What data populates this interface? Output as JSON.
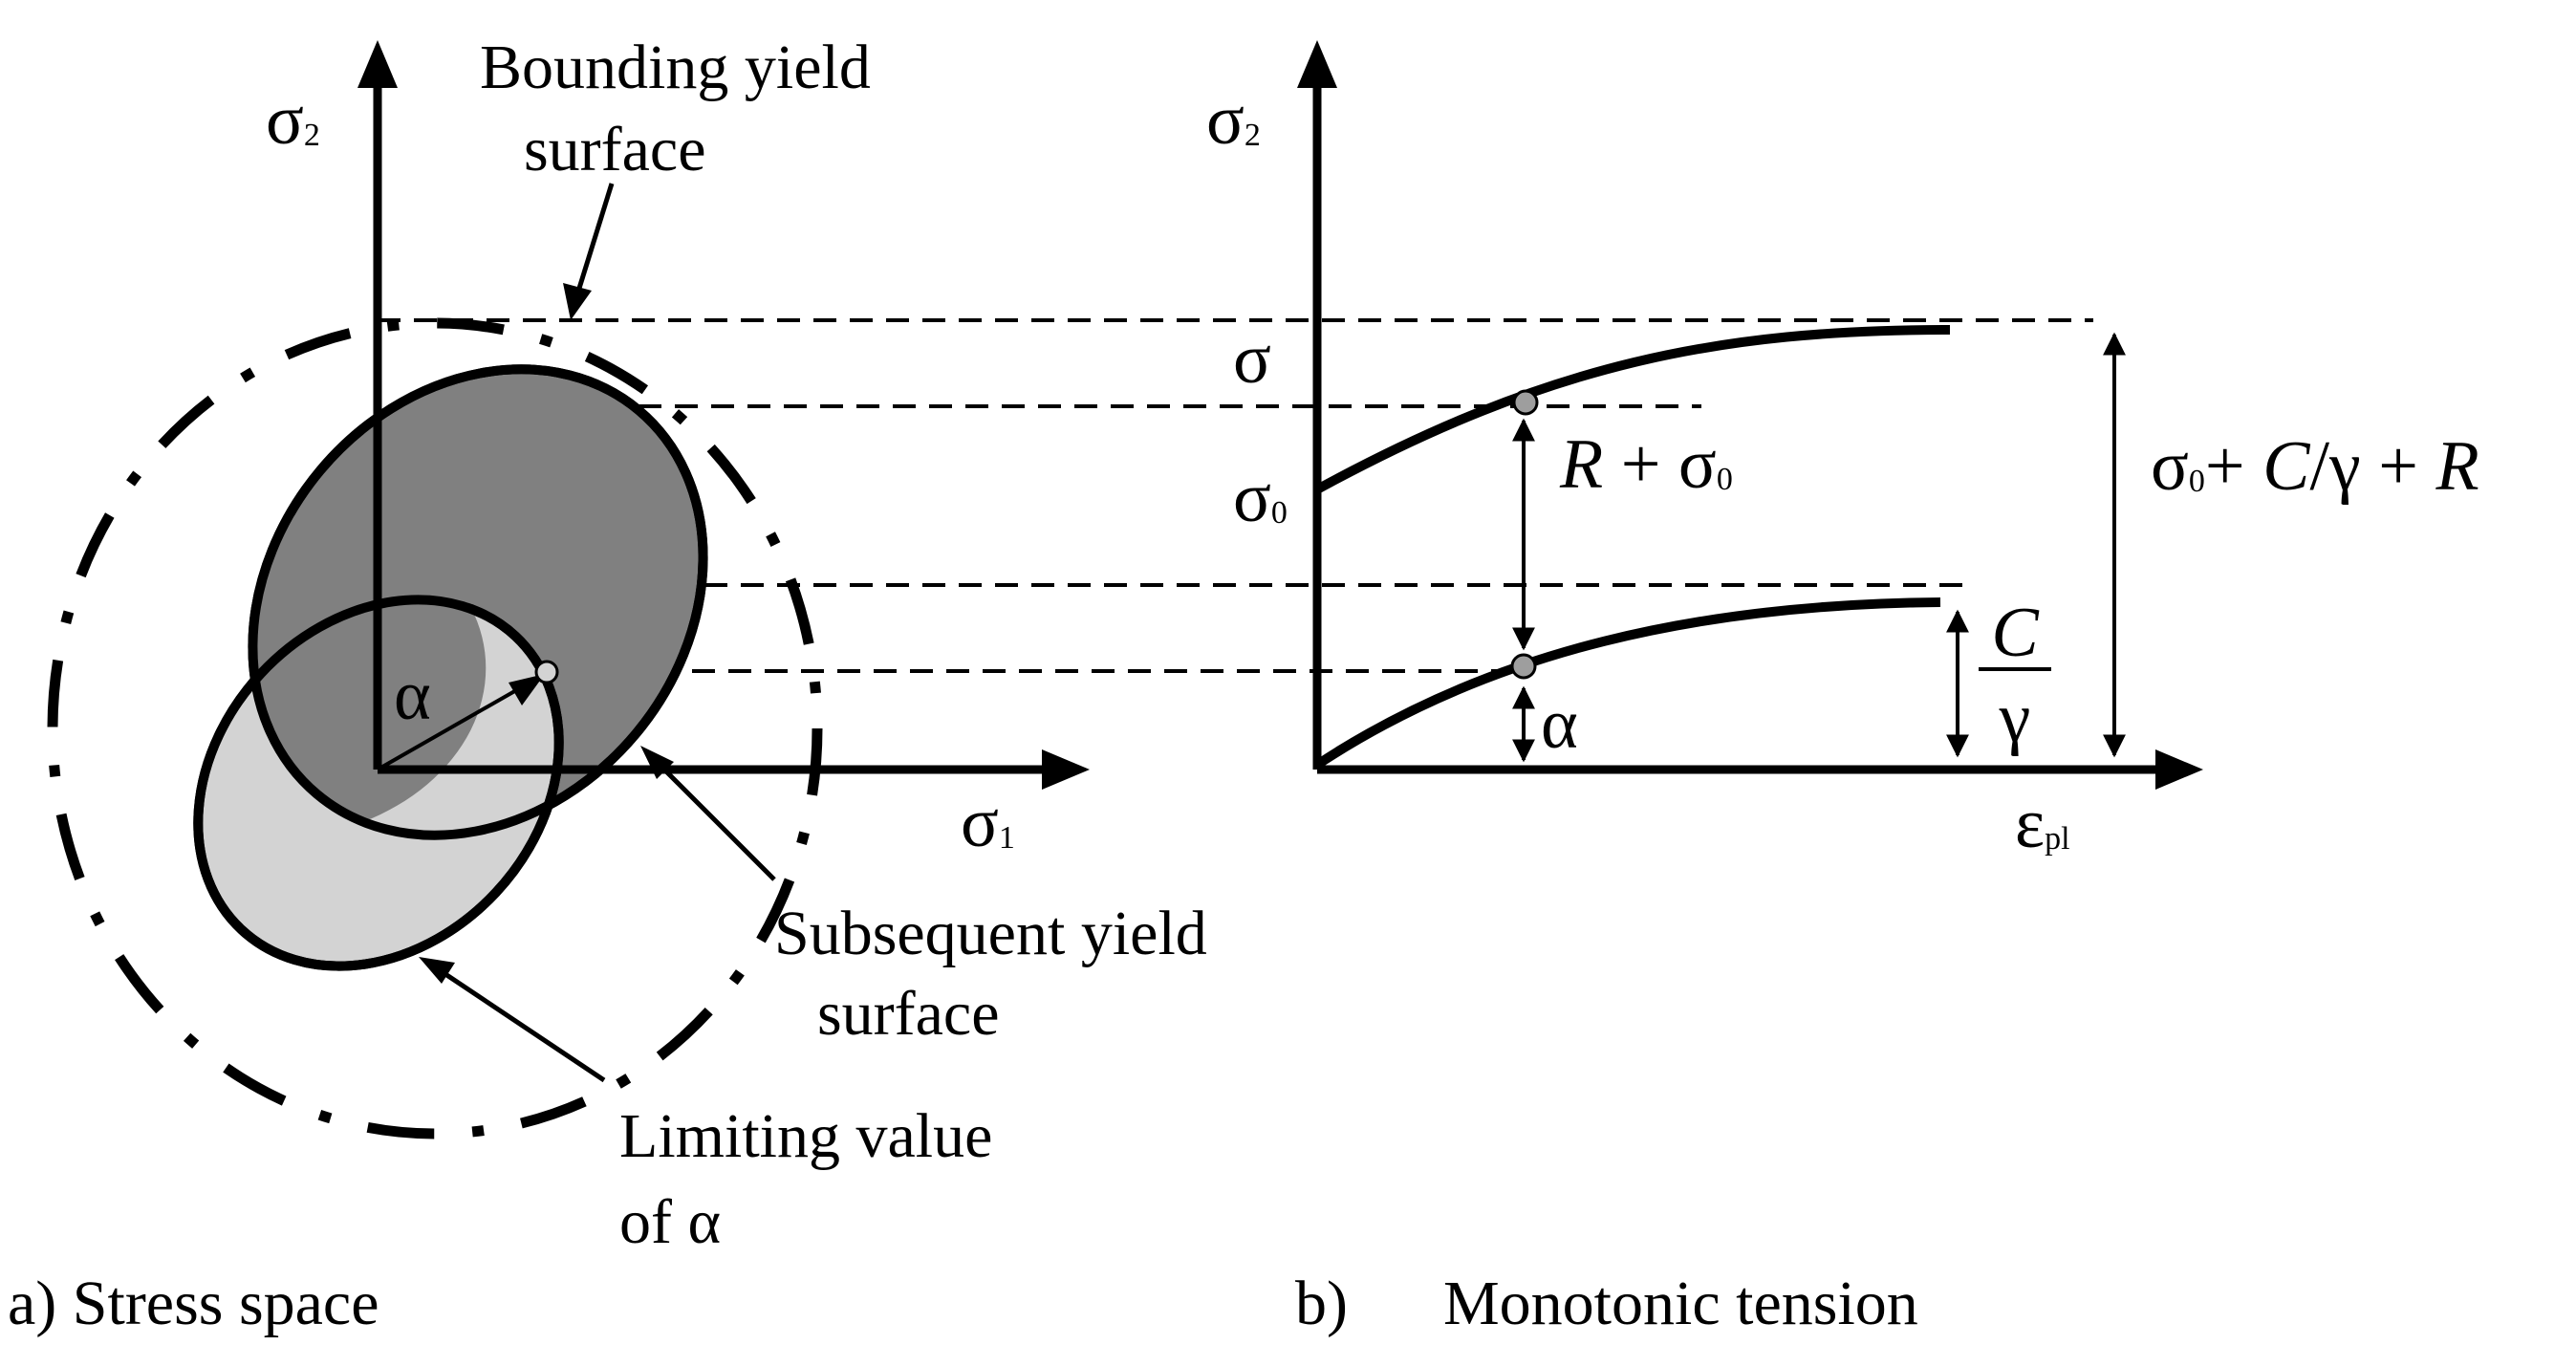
{
  "panel_a": {
    "caption": "a) Stress space",
    "axis_x_symbol": "σ",
    "axis_x_sub": "1",
    "axis_y_symbol": "σ",
    "axis_y_sub": "2",
    "alpha_symbol": "α",
    "bounding_label_line1": "Bounding yield",
    "bounding_label_line2": "surface",
    "subsequent_label_line1": "Subsequent yield",
    "subsequent_label_line2": "surface",
    "limiting_label_line1": "Limiting value",
    "limiting_label_line2": "of α"
  },
  "panel_b": {
    "caption_letter": "b)",
    "caption_text": "Monotonic tension",
    "axis_y_symbol": "σ",
    "axis_y_sub": "2",
    "axis_x_symbol": "ε",
    "axis_x_sub": "pl",
    "sigma_label": "σ",
    "sigma0_symbol": "σ",
    "sigma0_sub": "0",
    "r_sigma0_R": "R",
    "r_sigma0_plus": " + σ",
    "r_sigma0_sub": "0",
    "alpha_label": "α",
    "frac_num": "C",
    "frac_den": "γ",
    "total_sigma": "σ",
    "total_sub": "0",
    "total_plus1": "+ ",
    "total_C": "C",
    "total_gamma": "/γ + ",
    "total_R": "R"
  },
  "colors": {
    "ink": "#000000",
    "subsequent_fill": "#808080",
    "limiting_fill": "#d3d3d3",
    "point_fill": "#9e9e9e"
  }
}
